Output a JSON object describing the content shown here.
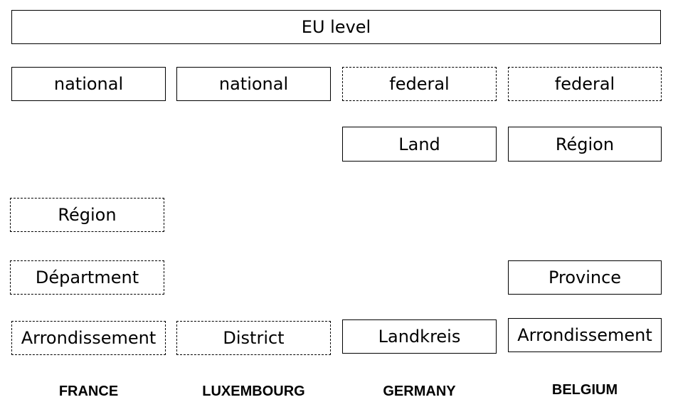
{
  "eu": {
    "label": "EU level"
  },
  "france": {
    "national": "national",
    "region": "Région",
    "department": "Départment",
    "arrondissement": "Arrondissement",
    "country": "FRANCE"
  },
  "luxembourg": {
    "national": "national",
    "district": "District",
    "country": "LUXEMBOURG"
  },
  "germany": {
    "federal": "federal",
    "land": "Land",
    "landkreis": "Landkreis",
    "country": "GERMANY"
  },
  "belgium": {
    "federal": "federal",
    "region": "Région",
    "province": "Province",
    "arrondissement": "Arrondissement",
    "country": "BELGIUM"
  }
}
